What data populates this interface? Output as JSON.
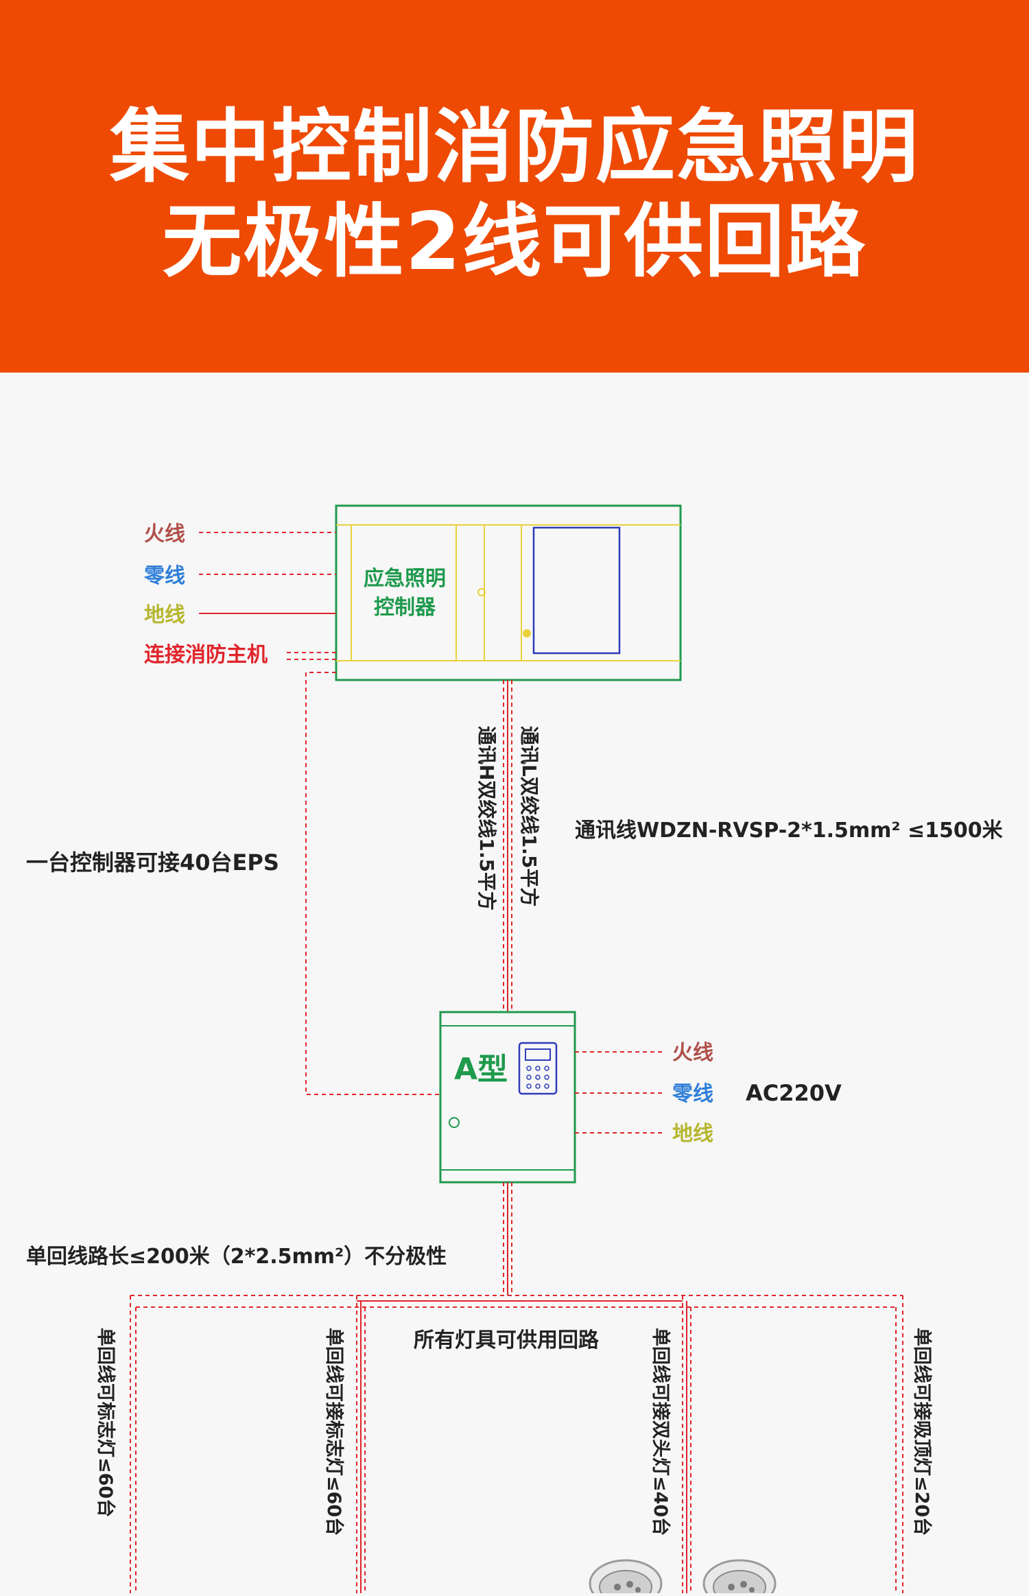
{
  "banner": {
    "title_line1": "集中控制消防应急照明",
    "title_line2": "无极性2线可供回路"
  },
  "controller": {
    "label_line1": "应急照明",
    "label_line2": "控制器"
  },
  "left_inputs": {
    "live": "火线",
    "neutral": "零线",
    "ground": "地线",
    "fire_host": "连接消防主机"
  },
  "comm": {
    "h_line": "通讯H双绞线1.5平方",
    "l_line": "通讯L双绞线1.5平方",
    "spec": "通讯线WDZN-RVSP-2*1.5mm² ≤1500米"
  },
  "note_eps": "一台控制器可接40台EPS",
  "eps_box": {
    "label": "A型"
  },
  "right_inputs": {
    "live": "火线",
    "neutral": "零线",
    "ground": "地线",
    "voltage": "AC220V"
  },
  "loop_note": "单回线路长≤200米（2*2.5mm²）不分极性",
  "shared_loop_note": "所有灯具可供用回路",
  "branches": [
    "单回线可标志灯≤60台",
    "单回线可接标志灯≤60台",
    "单回线可接双头灯≤40台",
    "单回线可接吸顶灯≤20台"
  ],
  "colors": {
    "banner": "#ee4a03",
    "box_outline": "#1f9a4d",
    "wire_red": "#e0252b",
    "wire_yellow": "#e8d23a",
    "label_live": "#b0504a",
    "label_neutral": "#2f7fd8",
    "label_ground": "#b6b630",
    "label_fire": "#e0252b",
    "screen_blue": "#2d3bb8"
  }
}
